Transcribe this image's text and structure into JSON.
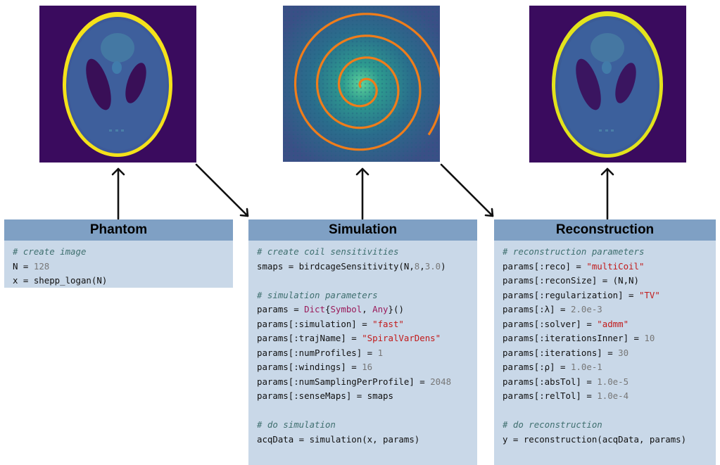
{
  "boxes": {
    "phantom": {
      "title": "Phantom",
      "lines": [
        [
          {
            "t": "# create image",
            "c": "cm"
          }
        ],
        [
          {
            "t": "N",
            "c": ""
          },
          {
            "t": " = ",
            "c": ""
          },
          {
            "t": "128",
            "c": "num"
          }
        ],
        [
          {
            "t": "x = shepp_logan(N)",
            "c": ""
          }
        ]
      ]
    },
    "simulation": {
      "title": "Simulation",
      "lines": [
        [
          {
            "t": "# create coil sensitivities",
            "c": "cm"
          }
        ],
        [
          {
            "t": "smaps = birdcageSensitivity(N,",
            "c": ""
          },
          {
            "t": "8",
            "c": "num"
          },
          {
            "t": ",",
            "c": ""
          },
          {
            "t": "3.0",
            "c": "num"
          },
          {
            "t": ")",
            "c": ""
          }
        ],
        [],
        [
          {
            "t": "# simulation parameters",
            "c": "cm"
          }
        ],
        [
          {
            "t": "params = ",
            "c": ""
          },
          {
            "t": "Dict",
            "c": "ty"
          },
          {
            "t": "{",
            "c": ""
          },
          {
            "t": "Symbol",
            "c": "ty"
          },
          {
            "t": ", ",
            "c": ""
          },
          {
            "t": "Any",
            "c": "ty"
          },
          {
            "t": "}()",
            "c": ""
          }
        ],
        [
          {
            "t": "params[:simulation] = ",
            "c": ""
          },
          {
            "t": "\"fast\"",
            "c": "str"
          }
        ],
        [
          {
            "t": "params[:trajName] = ",
            "c": ""
          },
          {
            "t": "\"SpiralVarDens\"",
            "c": "str"
          }
        ],
        [
          {
            "t": "params[:numProfiles] = ",
            "c": ""
          },
          {
            "t": "1",
            "c": "num"
          }
        ],
        [
          {
            "t": "params[:windings] = ",
            "c": ""
          },
          {
            "t": "16",
            "c": "num"
          }
        ],
        [
          {
            "t": "params[:numSamplingPerProfile] = ",
            "c": ""
          },
          {
            "t": "2048",
            "c": "num"
          }
        ],
        [
          {
            "t": "params[:senseMaps] = smaps",
            "c": ""
          }
        ],
        [],
        [
          {
            "t": "# do simulation",
            "c": "cm"
          }
        ],
        [
          {
            "t": "acqData = simulation(x, params)",
            "c": ""
          }
        ]
      ]
    },
    "reconstruction": {
      "title": "Reconstruction",
      "lines": [
        [
          {
            "t": "# reconstruction parameters",
            "c": "cm"
          }
        ],
        [
          {
            "t": "params[:reco] = ",
            "c": ""
          },
          {
            "t": "\"multiCoil\"",
            "c": "str"
          }
        ],
        [
          {
            "t": "params[:reconSize] = (N,N)",
            "c": ""
          }
        ],
        [
          {
            "t": "params[:regularization] = ",
            "c": ""
          },
          {
            "t": "\"TV\"",
            "c": "str"
          }
        ],
        [
          {
            "t": "params[:λ] = ",
            "c": ""
          },
          {
            "t": "2.0e-3",
            "c": "num"
          }
        ],
        [
          {
            "t": "params[:solver] = ",
            "c": ""
          },
          {
            "t": "\"admm\"",
            "c": "str"
          }
        ],
        [
          {
            "t": "params[:iterationsInner] = ",
            "c": ""
          },
          {
            "t": "10",
            "c": "num"
          }
        ],
        [
          {
            "t": "params[:iterations] = ",
            "c": ""
          },
          {
            "t": "30",
            "c": "num"
          }
        ],
        [
          {
            "t": "params[:ρ] = ",
            "c": ""
          },
          {
            "t": "1.0e-1",
            "c": "num"
          }
        ],
        [
          {
            "t": "params[:absTol] = ",
            "c": ""
          },
          {
            "t": "1.0e-5",
            "c": "num"
          }
        ],
        [
          {
            "t": "params[:relTol] = ",
            "c": ""
          },
          {
            "t": "1.0e-4",
            "c": "num"
          }
        ],
        [],
        [
          {
            "t": "# do reconstruction",
            "c": "cm"
          }
        ],
        [
          {
            "t": "y = reconstruction(acqData, params)",
            "c": ""
          }
        ]
      ]
    }
  },
  "images": {
    "phantom": "shepp-logan phantom image",
    "kspace": "k-space with spiral trajectory",
    "recon": "reconstructed phantom image"
  },
  "colors": {
    "header": "#7fa0c4",
    "body": "#c9d8e8",
    "phantom_bg": "#3a0b5e",
    "phantom_fill": "#3d5a99",
    "phantom_ring": "#f5e21a",
    "spiral": "#f07d1a"
  }
}
